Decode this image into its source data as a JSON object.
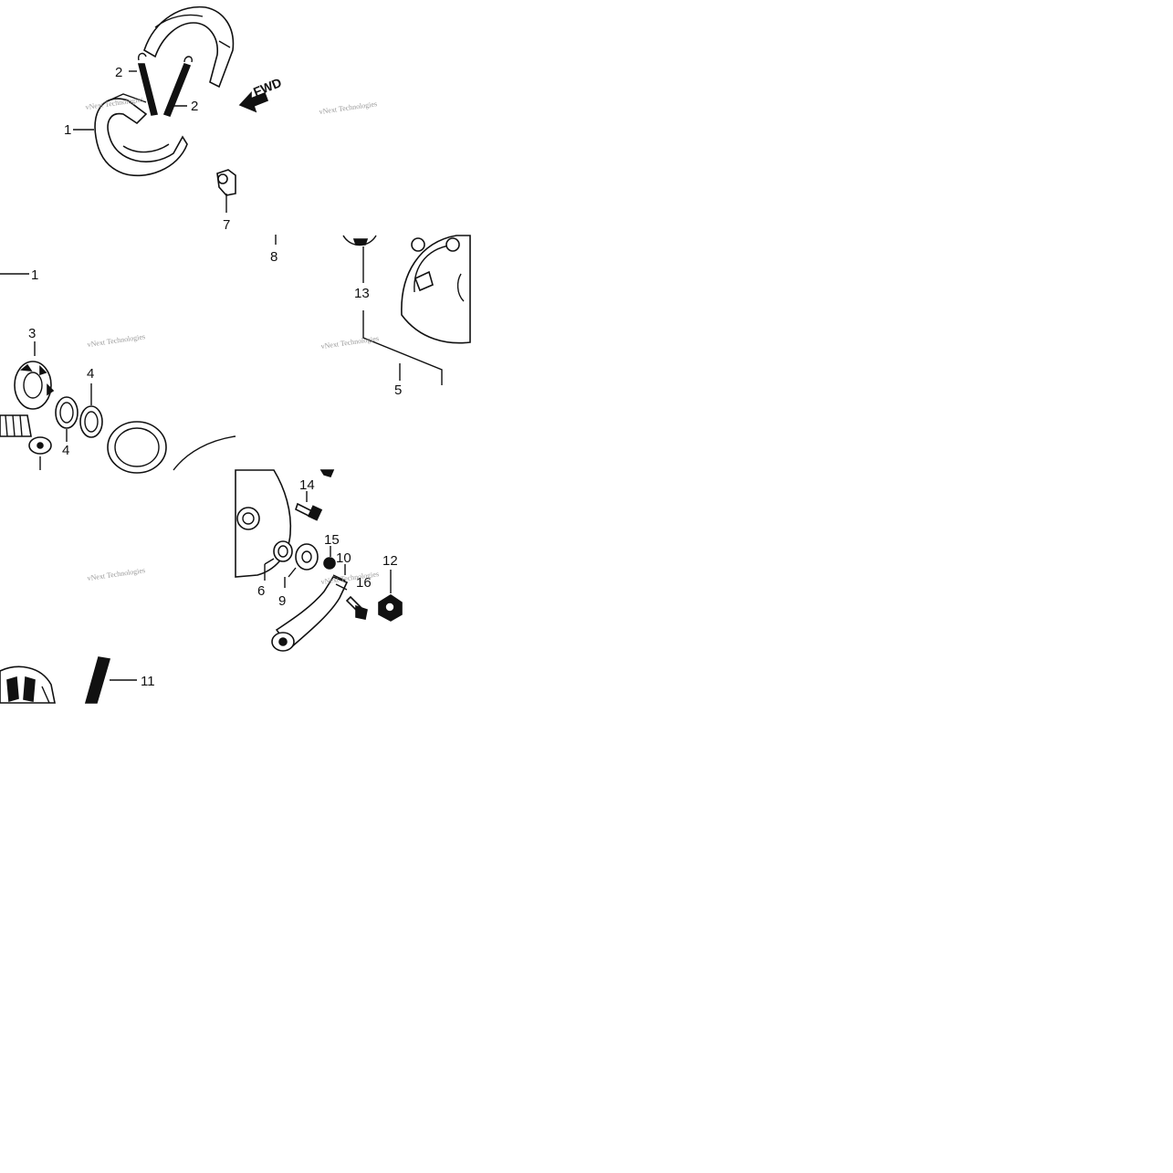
{
  "diagram": {
    "direction_label": "FWD",
    "watermark": "vNext Technologies",
    "callouts": [
      "1",
      "2",
      "2",
      "1",
      "3",
      "4",
      "4",
      "5",
      "6",
      "7",
      "8",
      "9",
      "10",
      "11",
      "12",
      "13",
      "14",
      "15",
      "16"
    ]
  }
}
